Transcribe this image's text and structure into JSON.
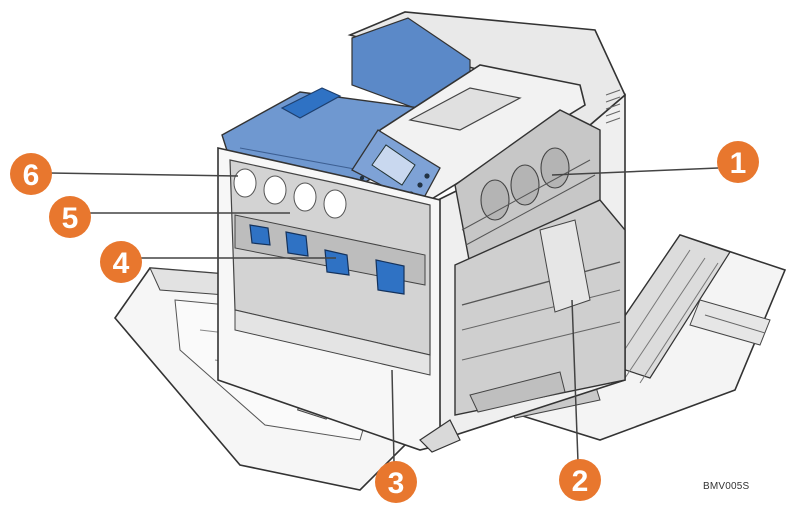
{
  "figure": {
    "code": "BMV005S",
    "callouts": [
      {
        "id": "1",
        "label": "1"
      },
      {
        "id": "2",
        "label": "2"
      },
      {
        "id": "3",
        "label": "3"
      },
      {
        "id": "4",
        "label": "4"
      },
      {
        "id": "5",
        "label": "5"
      },
      {
        "id": "6",
        "label": "6"
      }
    ]
  },
  "colors": {
    "callout": "#e8772e",
    "accent_blue": "#2f72c4",
    "panel_blue": "#5b89c8",
    "outline": "#3a3a3a",
    "body_light": "#f2f2f2",
    "shadow": "#9a9a9a"
  },
  "icons": {
    "control_panel": "printer-control-panel-icon",
    "toner": "toner-cartridge-icon"
  }
}
